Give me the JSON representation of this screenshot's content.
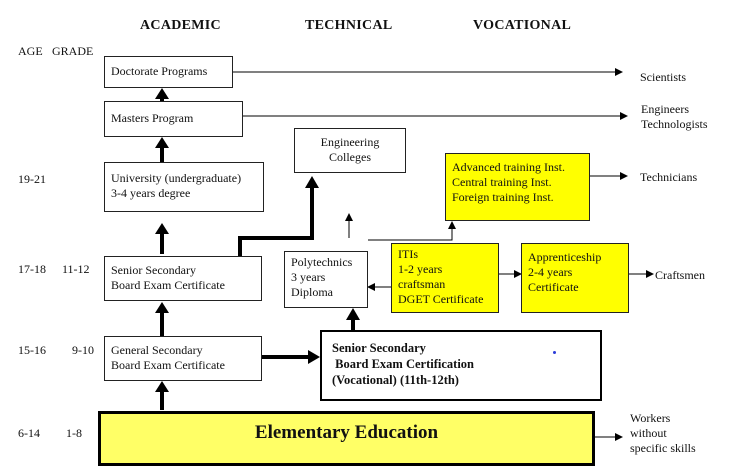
{
  "headers": {
    "academic": "ACADEMIC",
    "technical": "TECHNICAL",
    "vocational": "VOCATIONAL"
  },
  "age_label": "AGE",
  "grade_label": "GRADE",
  "rows": {
    "r19": {
      "age": "19-21",
      "grade": ""
    },
    "r17": {
      "age": "17-18",
      "grade": "11-12"
    },
    "r15": {
      "age": "15-16",
      "grade": "9-10"
    },
    "r6": {
      "age": "6-14",
      "grade": "1-8"
    }
  },
  "boxes": {
    "doctorate": [
      "Doctorate Programs"
    ],
    "masters": [
      "Masters Program"
    ],
    "university": [
      "University (undergraduate)",
      "3-4 years degree"
    ],
    "senior_secondary": [
      "Senior Secondary",
      "Board Exam Certificate"
    ],
    "general_secondary": [
      "General Secondary",
      "Board Exam Certificate"
    ],
    "engineering": [
      "Engineering",
      "Colleges"
    ],
    "polytechnics": [
      "Polytechnics",
      "3 years",
      "Diploma"
    ],
    "advanced_training": [
      "Advanced training Inst.",
      "Central training Inst.",
      "Foreign training Inst."
    ],
    "itis": [
      "ITIs",
      "1-2 years",
      "craftsman",
      "DGET Certificate"
    ],
    "apprenticeship": [
      "Apprenticeship",
      "2-4 years",
      "Certificate"
    ],
    "senior_secondary_voc": [
      "Senior Secondary",
      " Board Exam Certification",
      "(Vocational) (11th-12th)"
    ],
    "elementary": "Elementary Education"
  },
  "outcomes": {
    "scientists": [
      "Scientists"
    ],
    "engineers": [
      "Engineers",
      "Technologists"
    ],
    "technicians": [
      "Technicians"
    ],
    "craftsmen": [
      "Craftsmen"
    ],
    "workers": [
      "Workers",
      "without",
      "specific skills"
    ]
  },
  "colors": {
    "highlight": "#ffff00",
    "elementary_fill": "#ffff66",
    "line": "#000000"
  }
}
